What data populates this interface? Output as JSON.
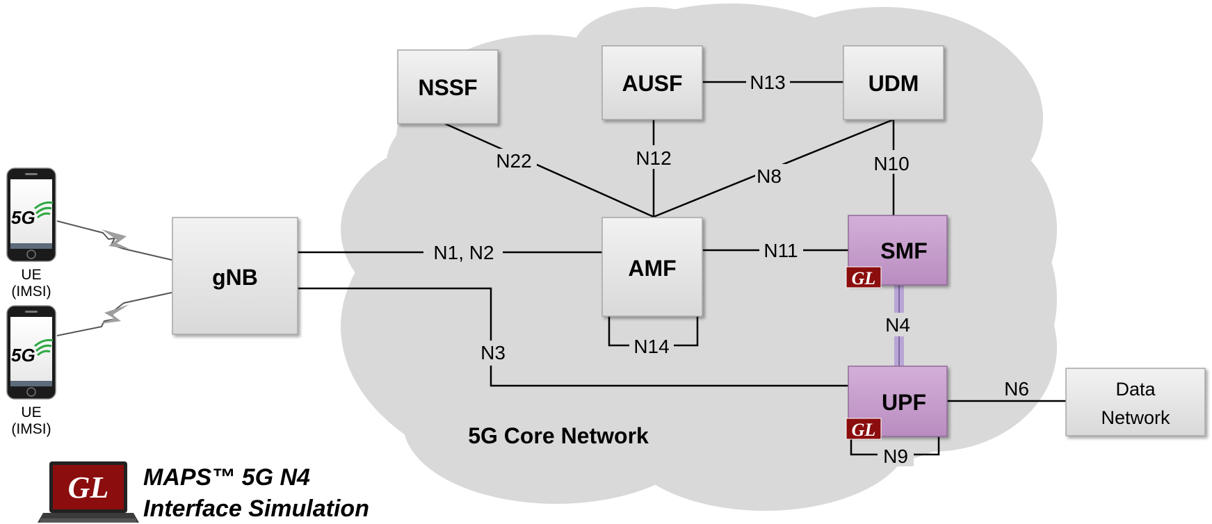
{
  "cloud": {
    "label": "5G Core Network"
  },
  "nodes": {
    "nssf": "NSSF",
    "ausf": "AUSF",
    "udm": "UDM",
    "amf": "AMF",
    "smf": "SMF",
    "upf": "UPF",
    "gnb": "gNB",
    "data_network_line1": "Data",
    "data_network_line2": "Network"
  },
  "interfaces": {
    "n1n2": "N1, N2",
    "n3": "N3",
    "n4": "N4",
    "n6": "N6",
    "n8": "N8",
    "n9": "N9",
    "n10": "N10",
    "n11": "N11",
    "n12": "N12",
    "n13": "N13",
    "n14": "N14",
    "n22": "N22"
  },
  "ue": {
    "phone_badge": "5G",
    "label_line1": "UE",
    "label_line2": "(IMSI)"
  },
  "gl_badge": "GL",
  "product": {
    "line1": "MAPS™ 5G N4",
    "line2": "Interface Simulation"
  },
  "colors": {
    "cloud": "#d9d9d9",
    "node_fill": "#e6e6e6",
    "gl_node_fill": "#c39bc9",
    "gl_badge": "#8b0d0d",
    "n4_link": "#b9a6d6"
  }
}
